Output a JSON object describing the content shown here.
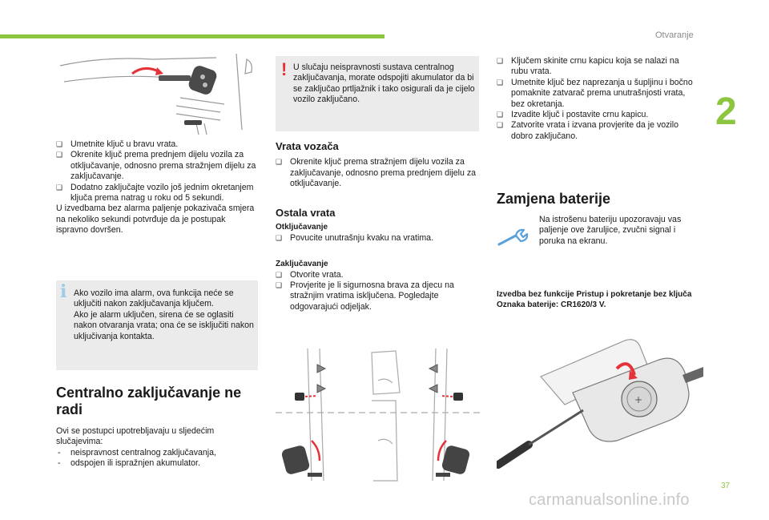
{
  "header": {
    "section": "Otvaranje",
    "chapter": "2"
  },
  "footer": {
    "page_number": "37",
    "watermark": "carmanualsonline.info"
  },
  "col1": {
    "steps": [
      "Umetnite ključ u bravu vrata.",
      "Okrenite ključ prema prednjem dijelu vozila za otključavanje, odnosno prema stražnjem dijelu za zaključavanje.",
      "Dodatno zaključajte vozilo još jednim okretanjem ključa prema natrag u roku od 5 sekundi."
    ],
    "alarm_text": "U izvedbama bez alarma paljenje pokazivača smjera na nekoliko sekundi potvrđuje da je postupak ispravno dovršen.",
    "info_note": "Ako vozilo ima alarm, ova funkcija neće se uključiti nakon zaključavanja ključem.\nAko je alarm uključen, sirena će se oglasiti nakon otvaranja vrata; ona će se isključiti nakon uključivanja kontakta.",
    "heading": "Centralno zaključavanje ne radi",
    "intro": "Ovi se postupci upotrebljavaju u sljedećim slučajevima:",
    "cases": [
      "neispravnost centralnog zaključavanja,",
      "odspojen ili ispražnjen akumulator."
    ]
  },
  "col2": {
    "warning": "U slučaju neispravnosti sustava centralnog zaključavanja, morate odspojiti akumulator da bi se zaključao prtljažnik i tako osigurali da je cijelo vozilo zaključano.",
    "driver_door": {
      "heading": "Vrata vozača",
      "steps": [
        "Okrenite ključ prema stražnjem dijelu vozila za zaključavanje, odnosno prema prednjem dijelu za otključavanje."
      ]
    },
    "other_doors": {
      "heading": "Ostala vrata",
      "unlock_label": "Otključavanje",
      "unlock_steps": [
        "Povucite unutrašnju kvaku na vratima."
      ],
      "lock_label": "Zaključavanje",
      "lock_steps": [
        "Otvorite vrata.",
        "Provjerite je li sigurnosna brava za djecu na stražnjim vratima isključena. Pogledajte odgovarajući odjeljak."
      ]
    }
  },
  "col3": {
    "steps": [
      "Ključem skinite crnu kapicu koja se nalazi na rubu vrata.",
      "Umetnite ključ bez naprezanja u šupljinu i bočno pomaknite zatvarač prema unutrašnjosti vrata, bez okretanja.",
      "Izvadite ključ i postavite crnu kapicu.",
      "Zatvorite vrata i izvana provjerite da je vozilo dobro zaključano."
    ],
    "heading": "Zamjena baterije",
    "battery_info": "Na istrošenu bateriju upozoravaju vas paljenje ove žaruljice, zvučni signal i poruka na ekranu.",
    "spec_line1": "Izvedba bez funkcije Pristup i pokretanje bez ključa",
    "spec_line2": "Oznaka baterije: CR1620/3 V."
  },
  "icons": {
    "info": "info-icon",
    "warning": "warning-icon",
    "wrench": "wrench-warning-lamp-icon",
    "checkbox": "checkbox-bullet-icon"
  },
  "colors": {
    "accent_green": "#8cc63f",
    "note_bg": "#ebebeb",
    "warning_red": "#e53238",
    "info_blue": "#9fcbe8"
  }
}
